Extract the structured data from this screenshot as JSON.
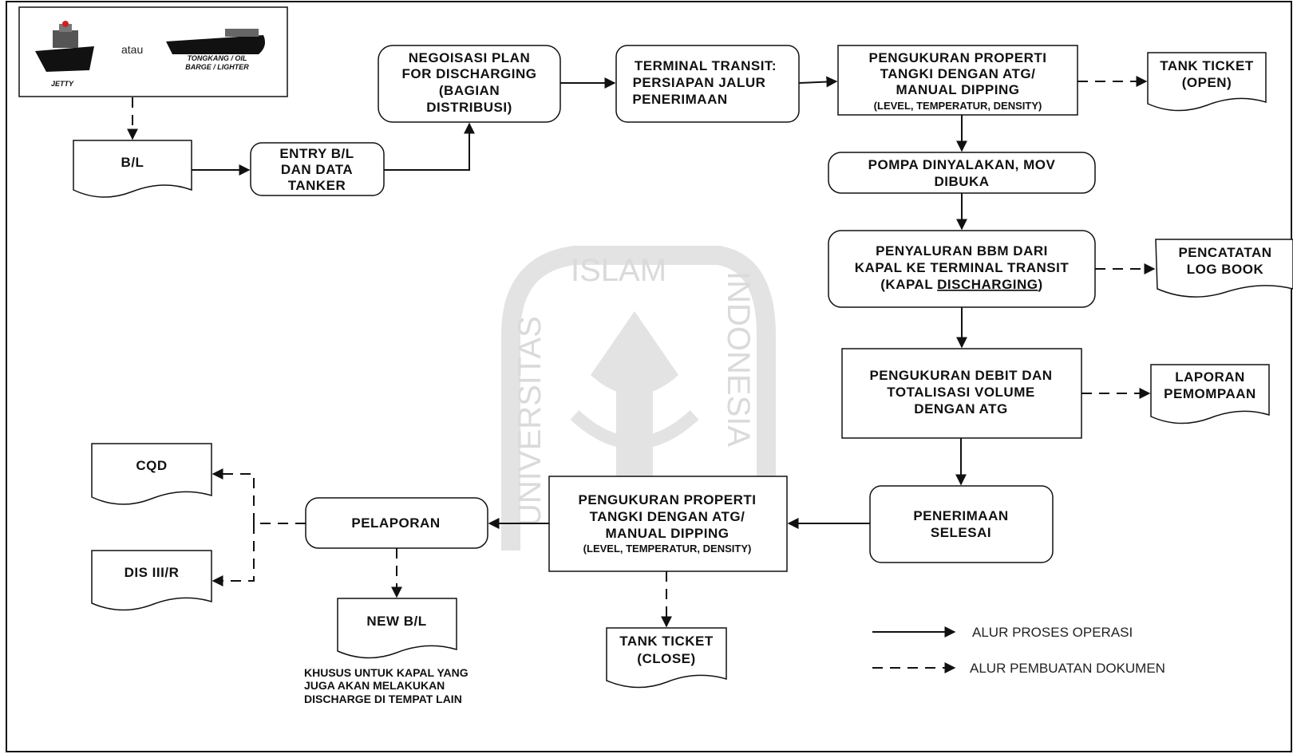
{
  "header": {
    "jetty_label": "JETTY",
    "or_label": "atau",
    "barge_line1": "TONGKANG / OIL",
    "barge_line2": "BARGE / LIGHTER"
  },
  "nodes": {
    "bl": "B/L",
    "entry": [
      "ENTRY B/L",
      "DAN DATA",
      "TANKER"
    ],
    "negosiasi": [
      "NEGOISASI PLAN",
      "FOR DISCHARGING",
      "(BAGIAN",
      "DISTRIBUSI)"
    ],
    "terminal": [
      "TERMINAL TRANSIT:",
      "PERSIAPAN JALUR",
      "PENERIMAAN"
    ],
    "pengukuran_open": [
      "PENGUKURAN PROPERTI",
      "TANGKI DENGAN ATG/",
      "MANUAL DIPPING",
      "(LEVEL, TEMPERATUR, DENSITY)"
    ],
    "tank_ticket_open": [
      "TANK TICKET",
      "(OPEN)"
    ],
    "pompa": [
      "POMPA DINYALAKAN, MOV",
      "DIBUKA"
    ],
    "penyaluran": [
      "PENYALURAN BBM DARI",
      "KAPAL KE TERMINAL TRANSIT",
      "(KAPAL ",
      "DISCHARGING",
      ")"
    ],
    "pencatatan": [
      "PENCATATAN",
      "LOG BOOK"
    ],
    "pengukuran_debit": [
      "PENGUKURAN DEBIT DAN",
      "TOTALISASI VOLUME",
      "DENGAN  ATG"
    ],
    "laporan": [
      "LAPORAN",
      "PEMOMPAAN"
    ],
    "penerimaan": [
      "PENERIMAAN",
      "SELESAI"
    ],
    "pengukuran_close": [
      "PENGUKURAN PROPERTI",
      "TANGKI DENGAN ATG/",
      "MANUAL DIPPING",
      "(LEVEL, TEMPERATUR, DENSITY)"
    ],
    "tank_ticket_close": [
      "TANK TICKET",
      "(CLOSE)"
    ],
    "pelaporan": "PELAPORAN",
    "cqd": "CQD",
    "dis": "DIS III/R",
    "new_bl": "NEW B/L"
  },
  "note": [
    "KHUSUS UNTUK KAPAL YANG",
    "JUGA AKAN MELAKUKAN",
    "DISCHARGE DI TEMPAT LAIN"
  ],
  "legend": {
    "solid": "ALUR PROSES OPERASI",
    "dashed": "ALUR PEMBUATAN DOKUMEN"
  },
  "watermark": {
    "top": "ISLAM",
    "left": "UNIVERSITAS",
    "right": "INDONESIA"
  }
}
